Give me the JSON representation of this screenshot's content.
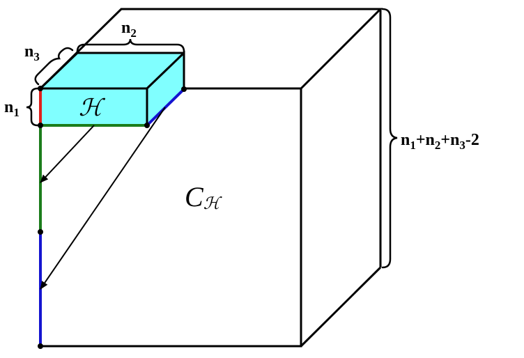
{
  "labels": {
    "n1": "n",
    "n1_sub": "1",
    "n2": "n",
    "n2_sub": "2",
    "n3": "n",
    "n3_sub": "3",
    "size_label": {
      "parts": [
        "n",
        "1",
        "+n",
        "2",
        "+n",
        "3",
        "-2"
      ]
    },
    "block": "ℋ",
    "cube_main": "C",
    "cube_sub": "ℋ"
  },
  "colors": {
    "block_top": "#80FFFF",
    "block_front": "#80FFFF",
    "block_side": "#80FFFF",
    "red_edge": "#E0201C",
    "green_edge": "#1C7D1C",
    "blue_edge": "#1414D0",
    "outline": "#000000"
  }
}
